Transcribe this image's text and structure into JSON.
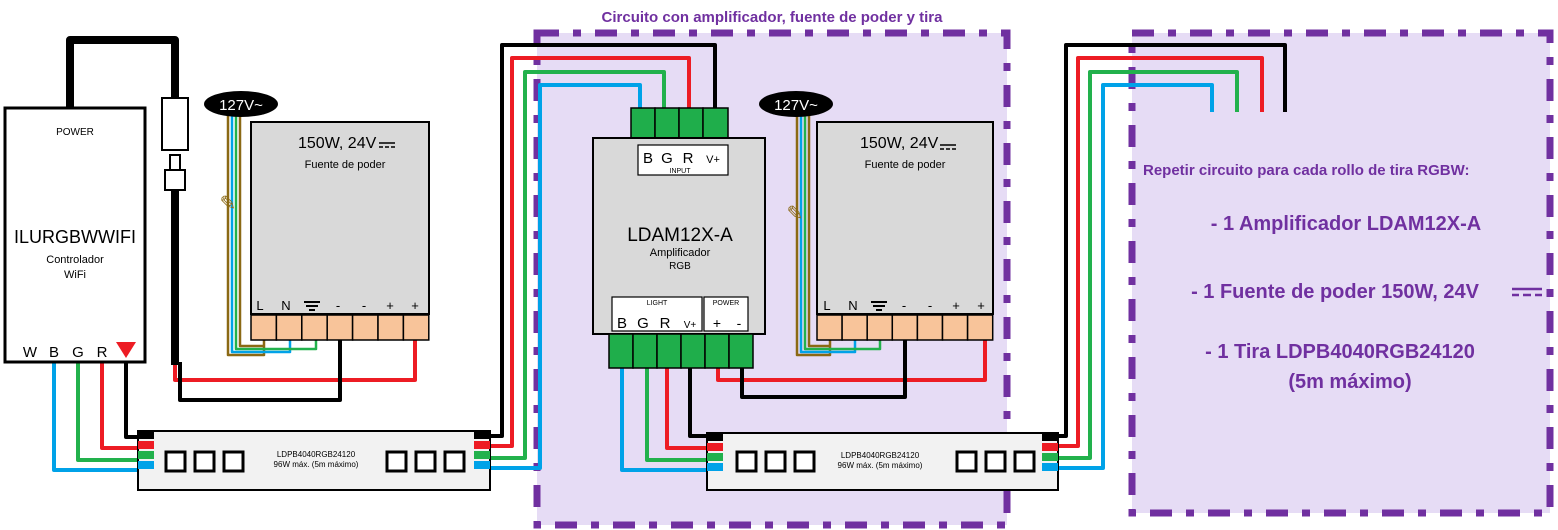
{
  "section_title": "Circuito con amplificador, fuente de poder y tira",
  "controller": {
    "power": "POWER",
    "model": "ILURGBWWIFI",
    "name_line1": "Controlador",
    "name_line2": "WiFi",
    "pins": [
      "W",
      "B",
      "G",
      "R"
    ]
  },
  "voltage_badge": "127V~",
  "power_supply": {
    "rating": "150W, 24V",
    "name": "Fuente de poder",
    "terminals": [
      "L",
      "N",
      "",
      "-",
      "-",
      "+",
      "+"
    ]
  },
  "amplifier": {
    "input_pins": [
      "B",
      "G",
      "R",
      "V+"
    ],
    "input_label": "INPUT",
    "model": "LDAM12X-A",
    "name_line1": "Amplificador",
    "name_line2": "RGB",
    "light_label": "LIGHT",
    "power_label": "POWER",
    "light_pins": [
      "B",
      "G",
      "R",
      "V+"
    ],
    "power_pins": [
      "+",
      "-"
    ]
  },
  "strip": {
    "model": "LDPB4040RGB24120",
    "spec": "96W máx. (5m máximo)"
  },
  "repeat_note": {
    "heading": "Repetir circuito para cada rollo de tira RGBW:",
    "item1": "- 1 Amplificador LDAM12X-A",
    "item2": "- 1 Fuente de poder 150W, 24V",
    "item3_line1": "- 1 Tira LDPB4040RGB24120",
    "item3_line2": "(5m máximo)"
  },
  "colors": {
    "red": "#ed1c24",
    "green": "#22b14c",
    "blue": "#00a2e8",
    "black": "#000000",
    "brown": "#8b6914",
    "terminal_orange": "#f8c49a",
    "connector_green": "#1fae4b",
    "panel_purple": "#e6dcf5",
    "dash_purple": "#7030a0",
    "device_gray": "#d9d9d9"
  }
}
